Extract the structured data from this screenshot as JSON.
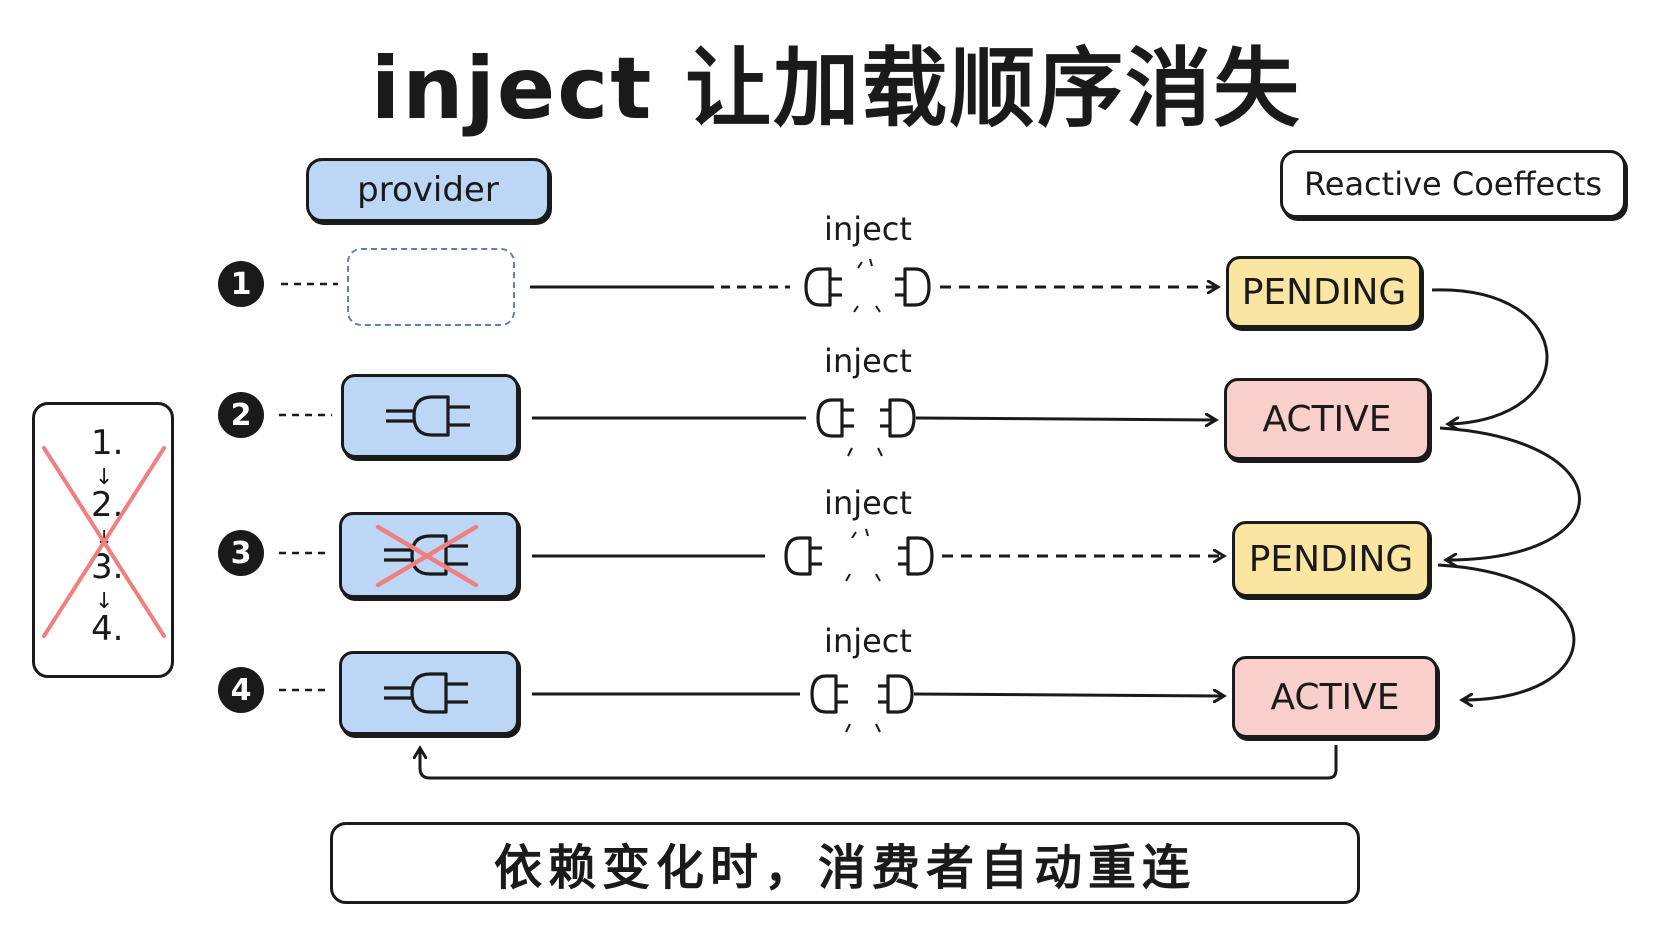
{
  "title": "inject 让加载顺序消失",
  "provider_label": "provider",
  "coeffects_label": "Reactive Coeffects",
  "rows": [
    {
      "num": "1",
      "inject_label": "inject",
      "state": "PENDING"
    },
    {
      "num": "2",
      "inject_label": "inject",
      "state": "ACTIVE"
    },
    {
      "num": "3",
      "inject_label": "inject",
      "state": "PENDING"
    },
    {
      "num": "4",
      "inject_label": "inject",
      "state": "ACTIVE"
    }
  ],
  "order_list": [
    "1.",
    "2.",
    "3.",
    "4."
  ],
  "footer": "依赖变化时，消费者自动重连",
  "colors": {
    "provider_blue": "#bcd6f5",
    "pending_yellow": "#fae6a0",
    "active_pink": "#f8cfcb",
    "cross_red": "#f08080",
    "stroke": "#1a1a1a"
  },
  "icons": [
    "plug-icon",
    "socket-icon",
    "cross-icon",
    "spark-icon"
  ]
}
